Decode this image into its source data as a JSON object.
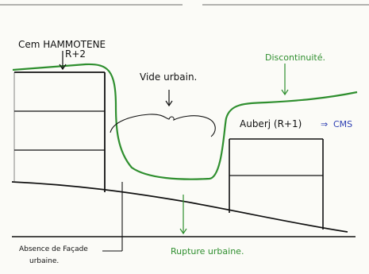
{
  "labels": {
    "left_building_name": "Cem HAMMOTENE",
    "left_building_floors": "R+2",
    "vide": "Vide urbain.",
    "discontinuite": "Discontinuité.",
    "auberge": "Auberj (R+1)",
    "auberge_arrow": "⇒",
    "auberge_code": "CMS",
    "absence_line1": "Absence de Façade",
    "absence_line2": "urbaine.",
    "rupture": "Rupture urbaine."
  },
  "colors": {
    "ink": "#111111",
    "green": "#2f8f2f",
    "blue": "#2d3fb3",
    "paper": "#fbfbf7"
  }
}
